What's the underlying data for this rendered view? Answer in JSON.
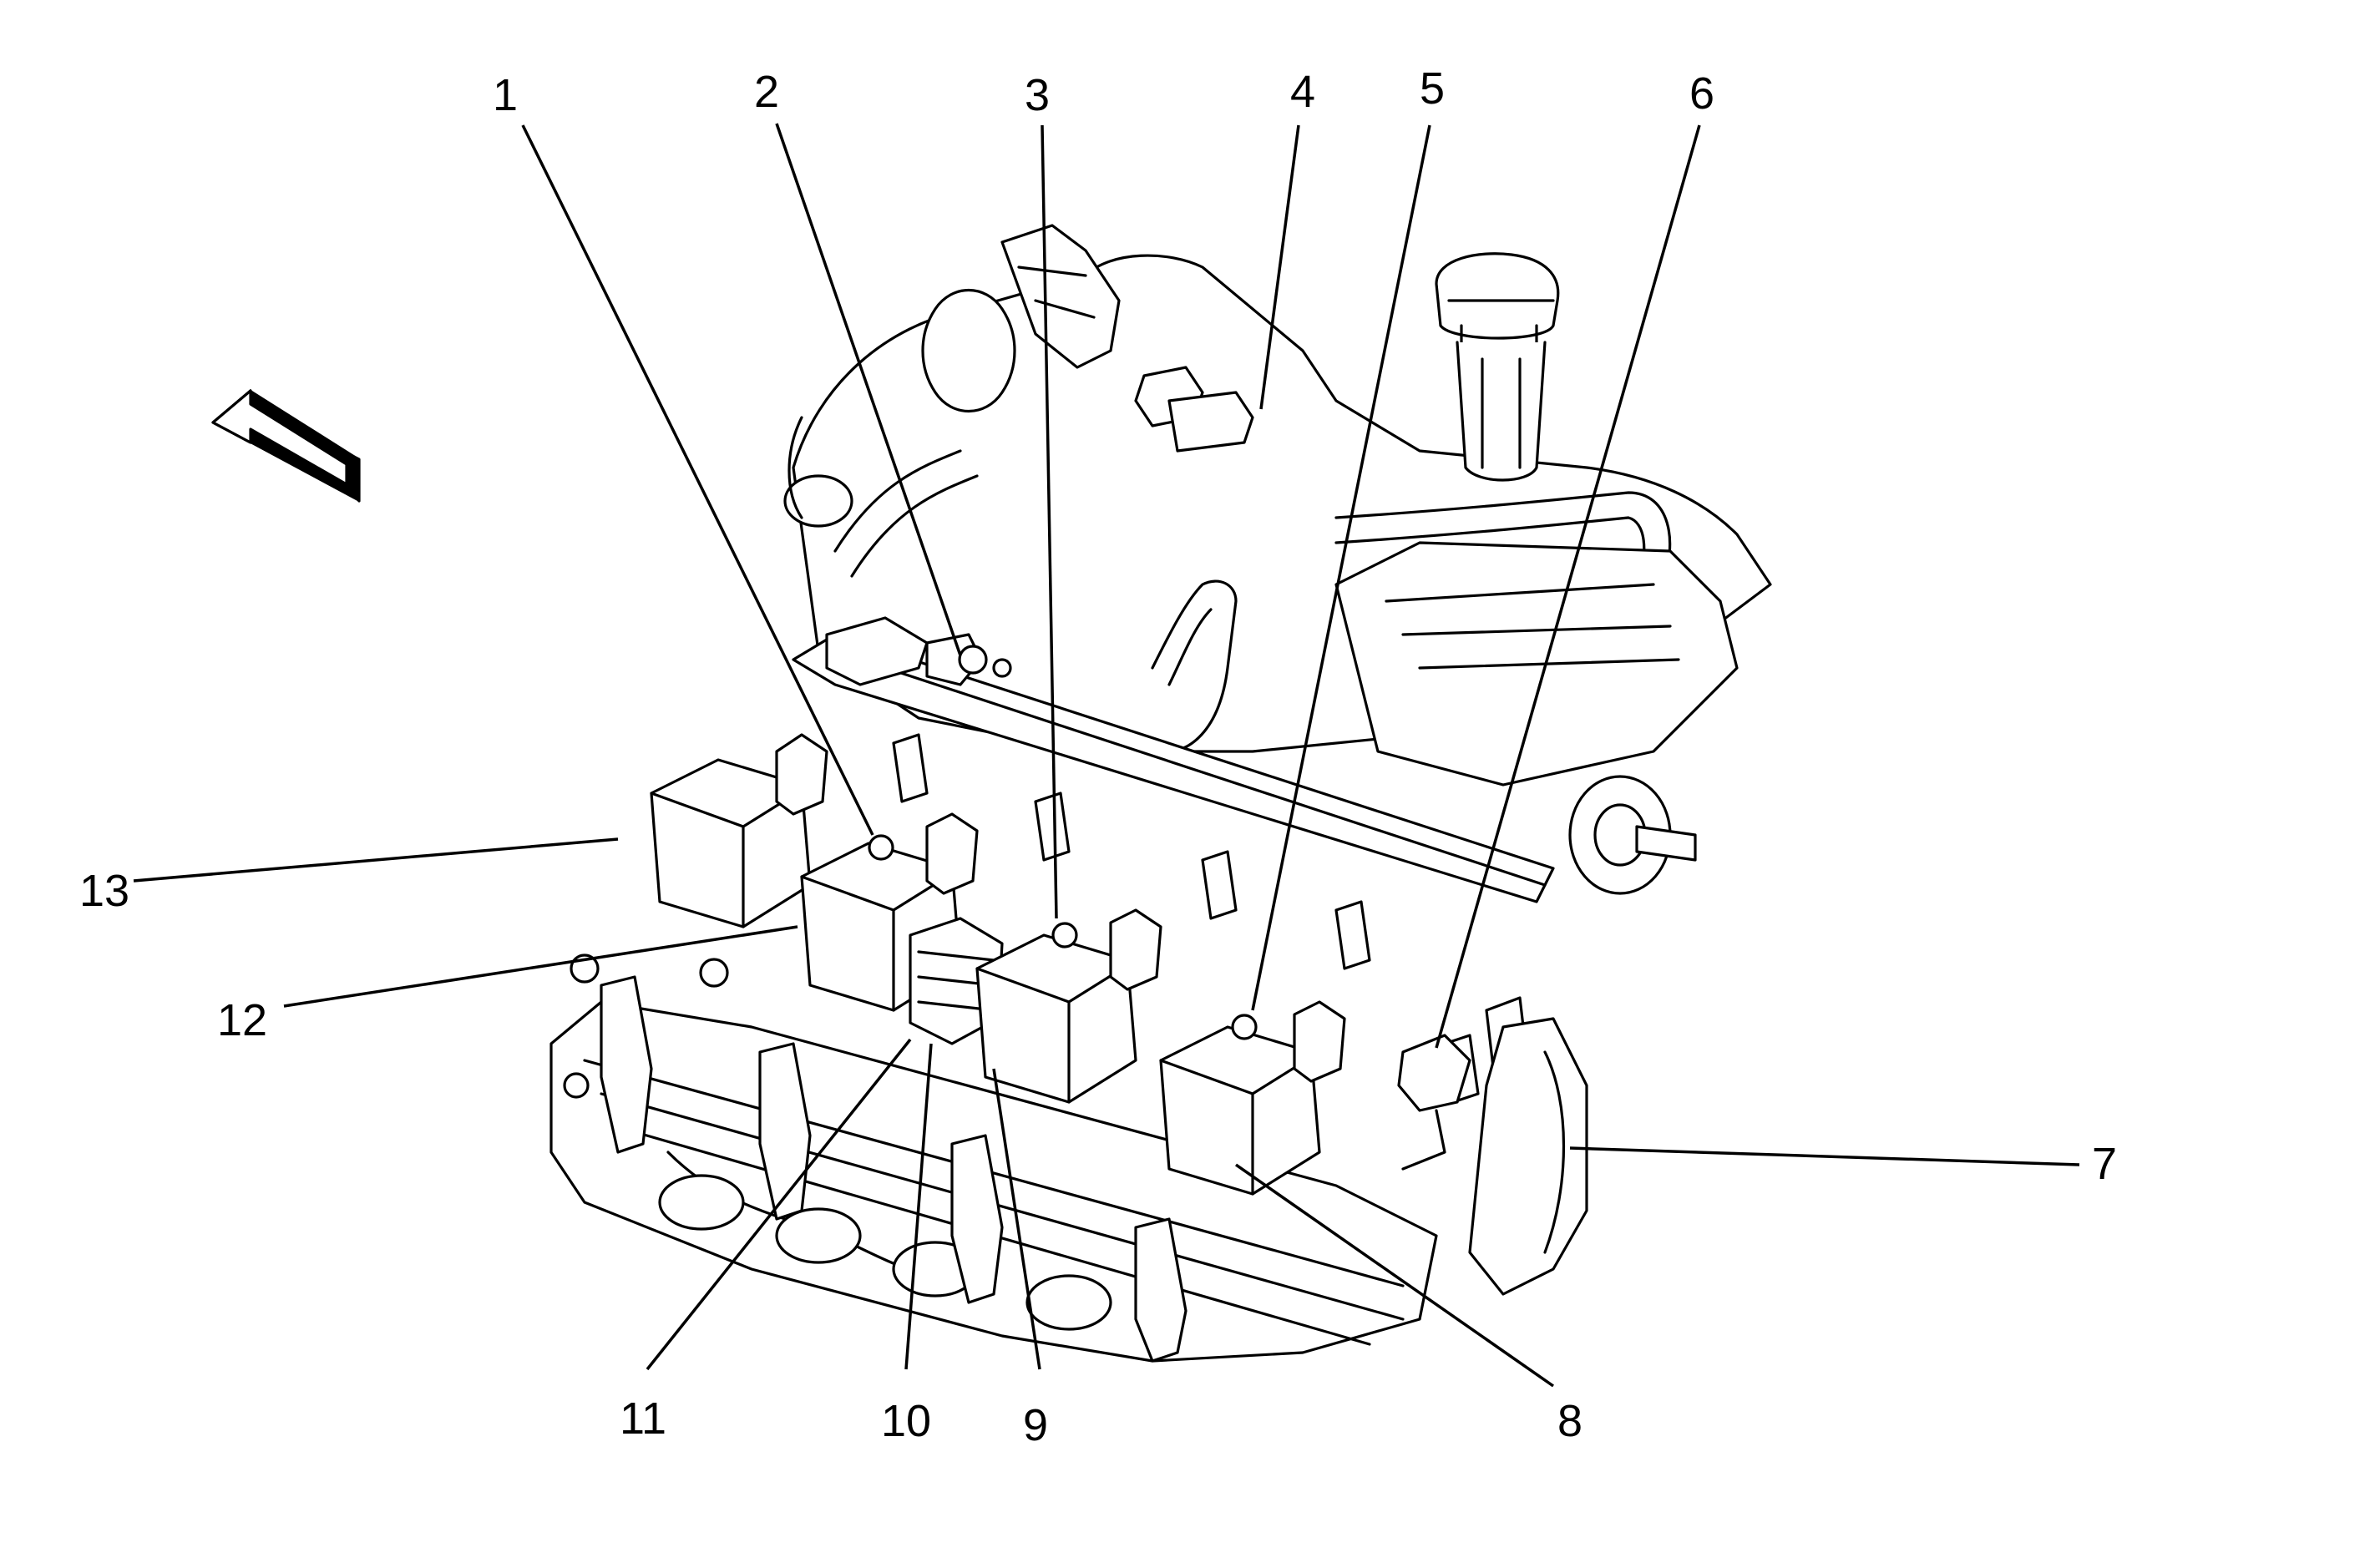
{
  "diagram": {
    "description_labels": [],
    "callouts": [
      {
        "id": "1",
        "label": "1"
      },
      {
        "id": "2",
        "label": "2"
      },
      {
        "id": "3",
        "label": "3"
      },
      {
        "id": "4",
        "label": "4"
      },
      {
        "id": "5",
        "label": "5"
      },
      {
        "id": "6",
        "label": "6"
      },
      {
        "id": "7",
        "label": "7"
      },
      {
        "id": "8",
        "label": "8"
      },
      {
        "id": "9",
        "label": "9"
      },
      {
        "id": "10",
        "label": "10"
      },
      {
        "id": "11",
        "label": "11"
      },
      {
        "id": "12",
        "label": "12"
      },
      {
        "id": "13",
        "label": "13"
      }
    ],
    "direction_arrow_icon": "front-direction-arrow-icon"
  }
}
